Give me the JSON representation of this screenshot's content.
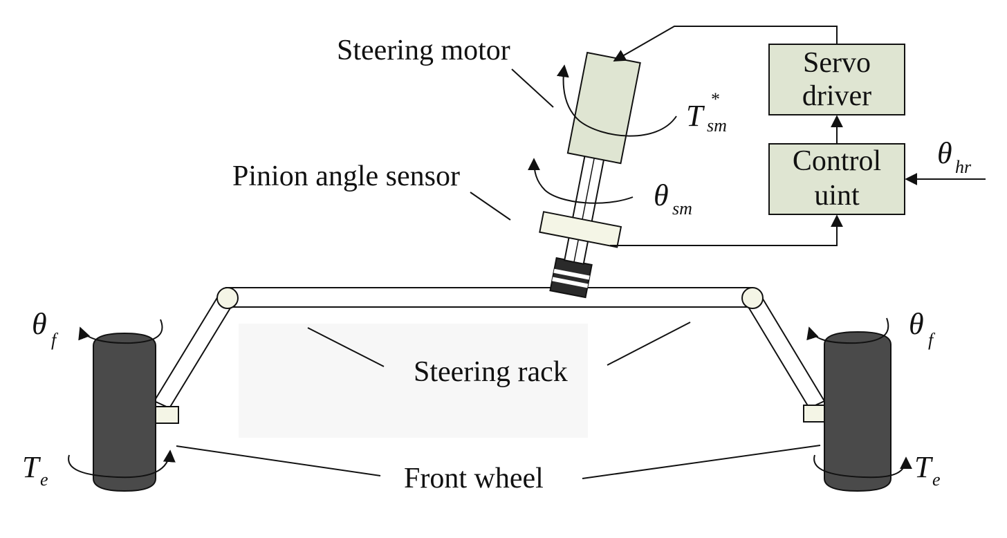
{
  "labels": {
    "steering_motor": "Steering motor",
    "pinion_angle_sensor": "Pinion angle sensor",
    "steering_rack": "Steering rack",
    "front_wheel": "Front wheel"
  },
  "blocks": {
    "servo_driver_line1": "Servo",
    "servo_driver_line2": "driver",
    "control_unit_line1": "Control",
    "control_unit_line2": "uint"
  },
  "symbols": {
    "motor_torque": {
      "base": "T",
      "sub": "sm",
      "sup": "*"
    },
    "motor_angle": {
      "base": "θ",
      "sub": "sm"
    },
    "handwheel_ref": {
      "base": "θ",
      "sub": "hr"
    },
    "wheel_angle_left": {
      "base": "θ",
      "sub": "f"
    },
    "wheel_angle_right": {
      "base": "θ",
      "sub": "f"
    },
    "tire_torque_left": {
      "base": "T",
      "sub": "e"
    },
    "tire_torque_right": {
      "base": "T",
      "sub": "e"
    }
  },
  "colors": {
    "block_fill": "#dfe5d2",
    "wheel_fill": "#4a4a4a",
    "part_fill": "#f4f5e6",
    "stroke": "#111111",
    "panel": "#f6f6f6"
  }
}
